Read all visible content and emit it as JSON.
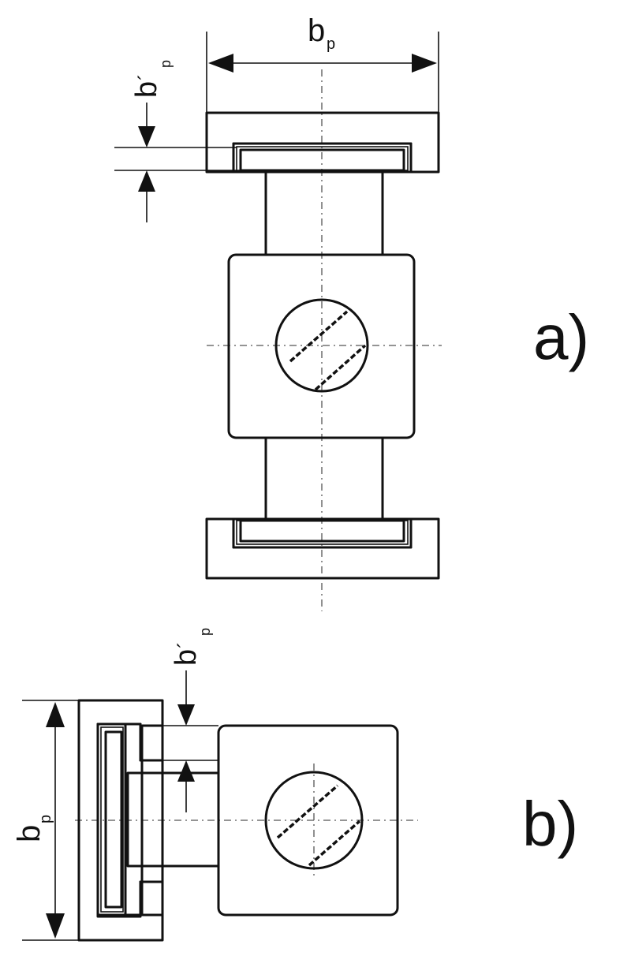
{
  "figure_a": {
    "caption": "a)",
    "dim_width": {
      "main": "b",
      "sub": "p"
    },
    "dim_gap": {
      "main": "b",
      "prime": "´",
      "sub": "p"
    }
  },
  "figure_b": {
    "caption": "b)",
    "dim_width": {
      "main": "b",
      "sub": "p"
    },
    "dim_gap": {
      "main": "b",
      "prime": "´",
      "sub": "p"
    }
  }
}
